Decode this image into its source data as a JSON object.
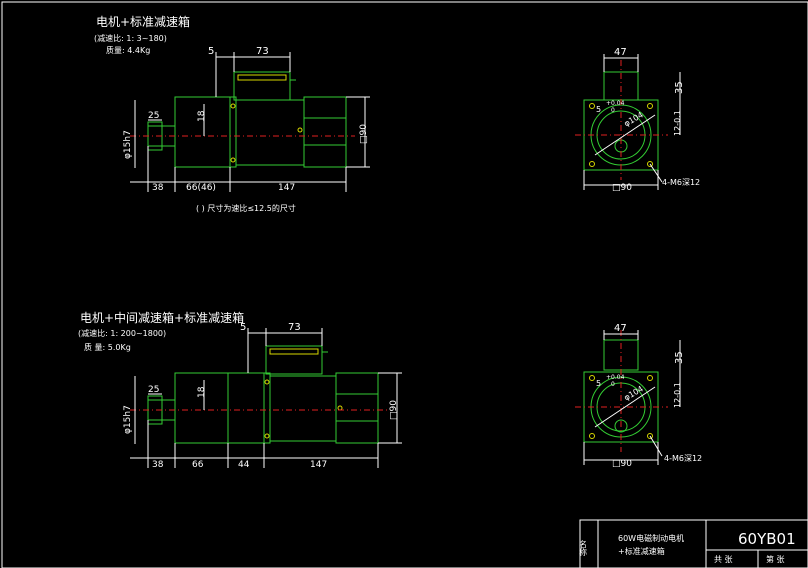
{
  "view1": {
    "title": "电机+标准减速箱",
    "ratio": "(减速比: 1: 3~180)",
    "weight": "质量: 4.4Kg",
    "dims": {
      "d5": "5",
      "d73": "73",
      "d25": "25",
      "d18": "18",
      "shaft": "φ15h7",
      "d38": "38",
      "d66": "66(46)",
      "d147": "147",
      "sq90": "□90"
    },
    "note": "( ) 尺寸为速比≤12.5的尺寸"
  },
  "side1": {
    "d47": "47",
    "d35": "35",
    "d5": "5",
    "tol": "+0.04",
    "tol0": "0",
    "d12": "12-0.1",
    "d104": "φ104",
    "holes": "4-M6深12",
    "sq90": "□90"
  },
  "view2": {
    "title": "电机+中间减速箱+标准减速箱",
    "ratio": "(减速比: 1: 200~1800)",
    "weight": "质 量: 5.0Kg",
    "dims": {
      "d5": "5",
      "d73": "73",
      "d25": "25",
      "d18": "18",
      "shaft": "φ15h7",
      "d38": "38",
      "d66": "66",
      "d44": "44",
      "d147": "147",
      "sq90": "□90"
    }
  },
  "side2": {
    "d47": "47",
    "d35": "35",
    "d5": "5",
    "tol": "+0.04",
    "tol0": "0",
    "d12": "12-0.1",
    "d104": "φ104",
    "holes": "4-M6深12",
    "sq90": "□90"
  },
  "titleblock": {
    "name_label": "名称",
    "desc1": "60W电磁制动电机",
    "desc2": "+标准减速箱",
    "code": "60YB01",
    "total_label": "共  张",
    "sheet_label": "第  张"
  }
}
